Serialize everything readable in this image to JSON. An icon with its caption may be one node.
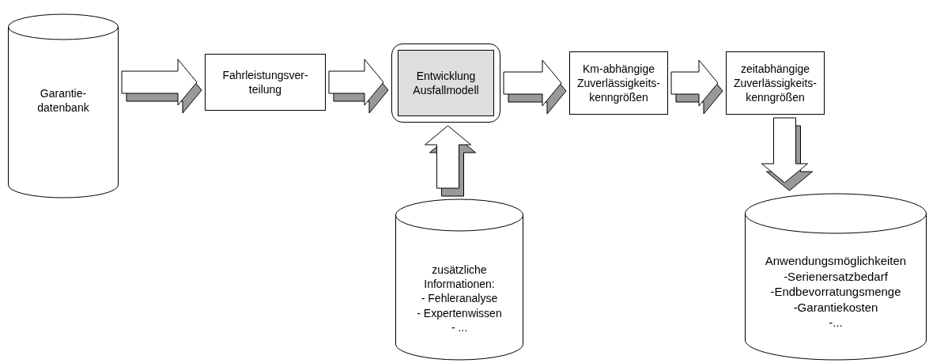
{
  "diagram": {
    "nodes": [
      {
        "text": [
          "Garantie- datenbank"
        ]
      },
      {
        "text": [
          "Fahrleistungsver- teilung"
        ]
      },
      {
        "text": [
          "Entwicklung Ausfallmodell"
        ]
      },
      {
        "text": [
          "Km-abhängige Zuverlässigkeits- kenngrößen"
        ]
      },
      {
        "text": [
          "zeitabhängige Zuverlässigkeits- kenngrößen"
        ]
      },
      {
        "text": [
          "zusätzliche Informationen:",
          "- Fehleranalyse",
          "- Expertenwissen",
          "- ..."
        ]
      },
      {
        "text": [
          "Anwendungsmöglichkeiten",
          "-Serienersatzbedarf",
          "-Endbevorratungsmenge",
          "-Garantiekosten",
          "-..."
        ]
      }
    ],
    "edges": [
      {
        "from": 0,
        "to": 1,
        "arrow": "to"
      },
      {
        "from": 1,
        "to": 2,
        "arrow": "to"
      },
      {
        "from": 5,
        "to": 2,
        "arrow": "to"
      },
      {
        "from": 2,
        "to": 3,
        "arrow": "to"
      },
      {
        "from": 3,
        "to": 4,
        "arrow": "to"
      },
      {
        "from": 4,
        "to": 6,
        "arrow": "to"
      }
    ]
  }
}
